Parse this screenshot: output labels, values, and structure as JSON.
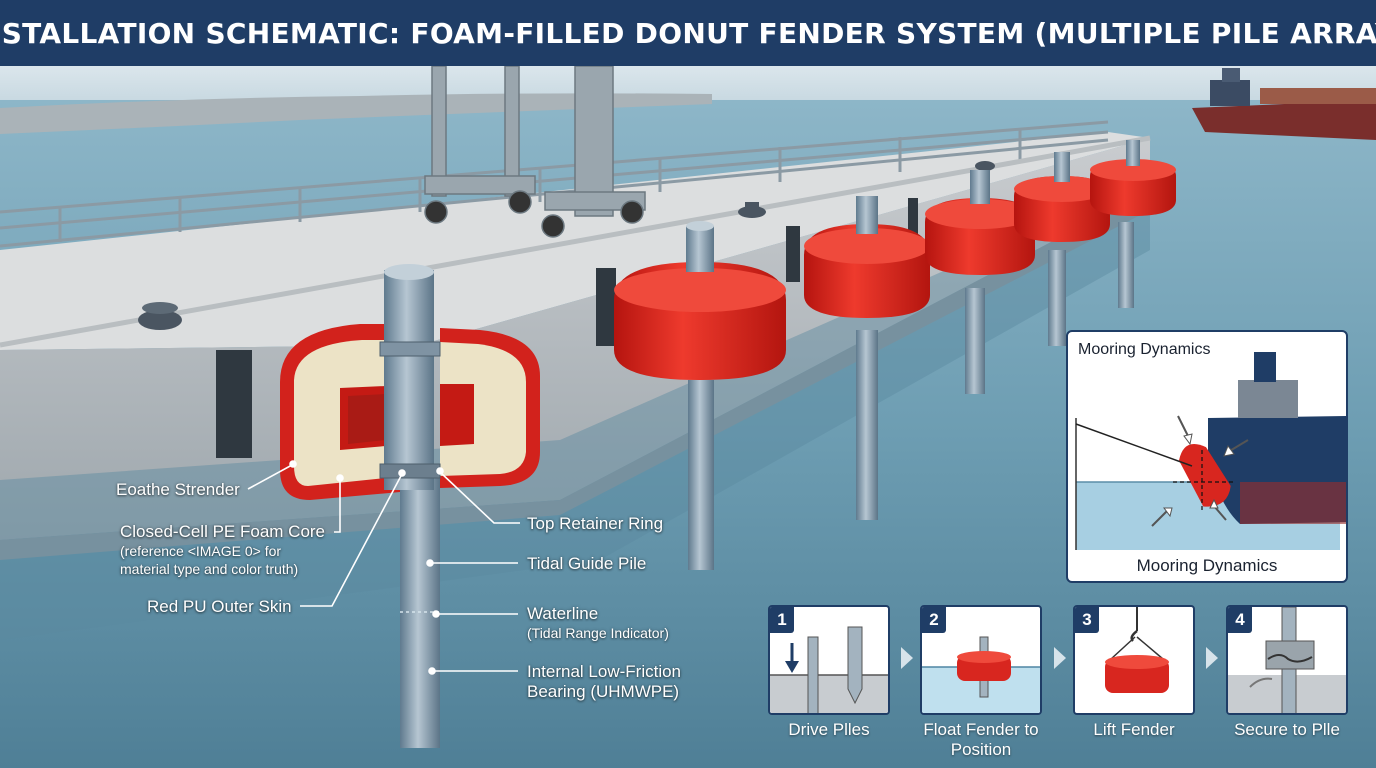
{
  "title": "INSTALLATION SCHEMATIC: FOAM-FILLED DONUT FENDER SYSTEM (MULTIPLE PILE ARRAY)",
  "callouts": {
    "foam_strender": "Eoathe Strender",
    "foam_core": "Closed-Cell PE Foam Core",
    "foam_core_note_1": "(reference <IMAGE 0> for",
    "foam_core_note_2": "material type and color truth)",
    "outer_skin": "Red PU Outer Skin",
    "retainer_ring": "Top Retainer Ring",
    "guide_pile": "Tidal Guide Pile",
    "waterline": "Waterline",
    "waterline_note": "(Tidal Range Indicator)",
    "bearing_1": "Internal Low-Friction",
    "bearing_2": "Bearing (UHMWPE)"
  },
  "inset": {
    "title": "Mooring Dynamics",
    "caption": "Mooring Dynamics"
  },
  "steps": [
    {
      "number": "1",
      "label": "Drive Plles",
      "icon": "pile-driving-icon"
    },
    {
      "number": "2",
      "label": "Float Fender to Position",
      "icon": "float-fender-icon"
    },
    {
      "number": "3",
      "label": "Lift Fender",
      "icon": "crane-hook-icon"
    },
    {
      "number": "4",
      "label": "Secure to Plle",
      "icon": "clamp-icon"
    }
  ],
  "colors": {
    "title_bar": "#1f3d66",
    "fender_red": "#d8261f",
    "foam": "#ece3c6",
    "pile": "#8ea4b6",
    "water": "#6f9fb4",
    "concrete": "#d5d7d8"
  }
}
